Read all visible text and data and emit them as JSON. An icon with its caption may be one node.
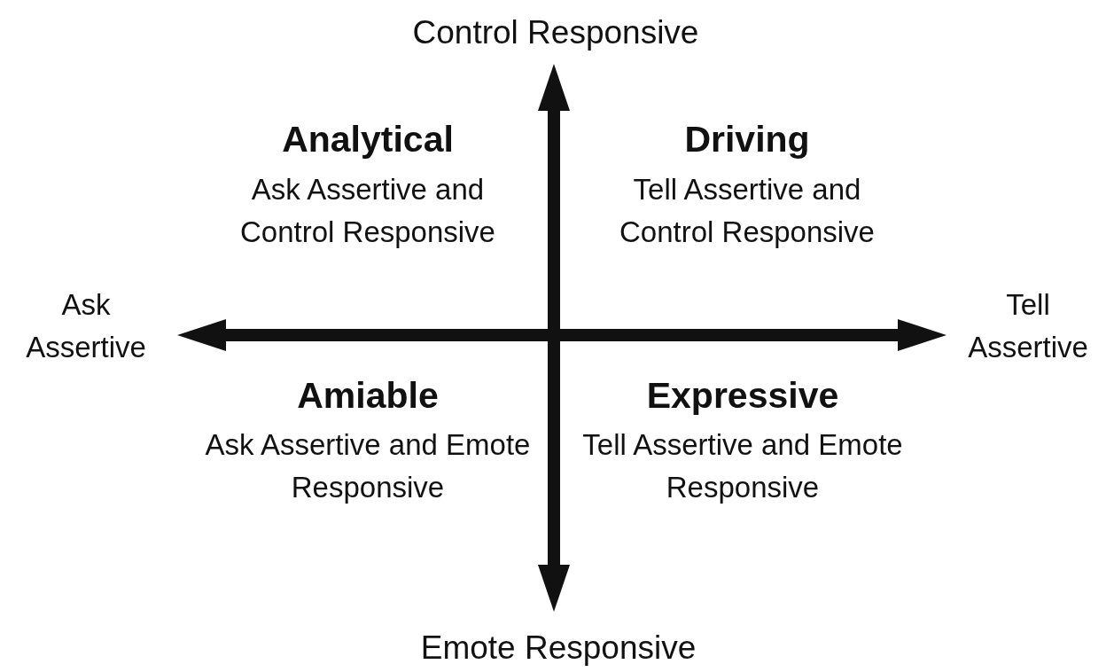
{
  "diagram": {
    "labels": [
      "Control Responsive",
      "Analytical",
      "Ask Assertive and Control Responsive",
      "Driving",
      "Tell Assertive and Control Responsive",
      "Ask Assertive",
      "Tell Assertive",
      "Amiable",
      "Ask Assertive and Emote Responsive",
      "Expressive",
      "Tell Assertive and Emote Responsive",
      "Emote Responsive"
    ]
  }
}
